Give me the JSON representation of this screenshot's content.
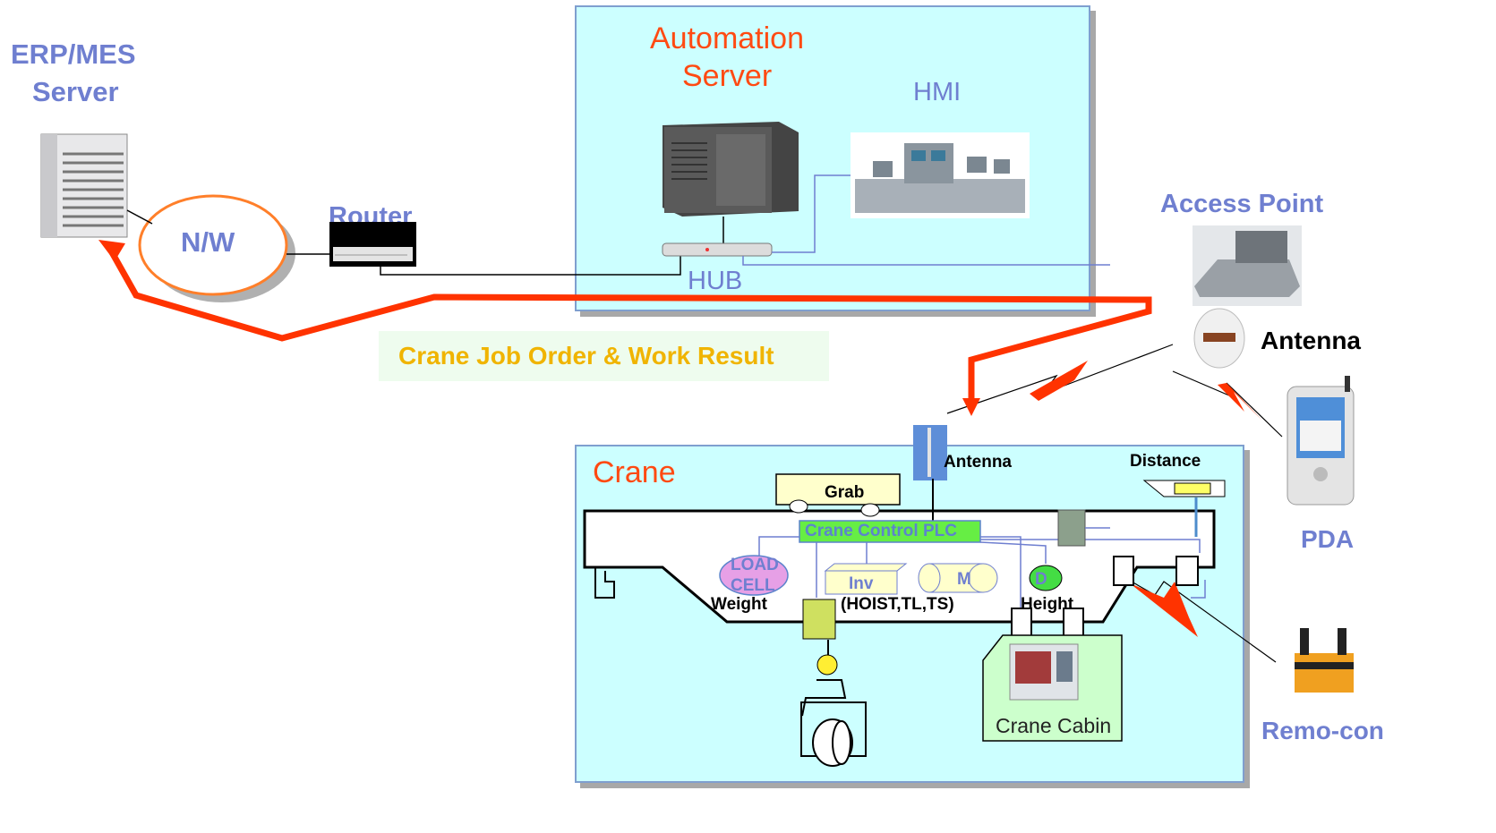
{
  "labels": {
    "erp_line1": "ERP/MES",
    "erp_line2": "Server",
    "nw": "N/W",
    "router": "Router",
    "automation_line1": "Automation",
    "automation_line2": "Server",
    "hmi": "HMI",
    "hub": "HUB",
    "access_point": "Access Point",
    "antenna_main": "Antenna",
    "pda": "PDA",
    "remocon": "Remo-con",
    "flow_banner": "Crane Job Order & Work Result",
    "crane": "Crane",
    "crane_antenna": "Antenna",
    "distance": "Distance",
    "grab": "Grab",
    "plc": "Crane Control PLC",
    "load_cell_1": "LOAD",
    "load_cell_2": "CELL",
    "weight": "Weight",
    "inv": "Inv",
    "motor": "M",
    "hoist": "(HOIST,TL,TS)",
    "d_sensor": "D",
    "height": "Height",
    "crane_cabin": "Crane Cabin"
  },
  "colors": {
    "box_fill": "#ccffff",
    "box_border": "#7f9fcf",
    "blue_text": "#6f7fd0",
    "red_text": "#ff4a12",
    "flow_arrow": "#ff3300",
    "banner_text": "#f0b400",
    "plc_fill": "#66ee44",
    "cabin_fill": "#ccffcc"
  }
}
